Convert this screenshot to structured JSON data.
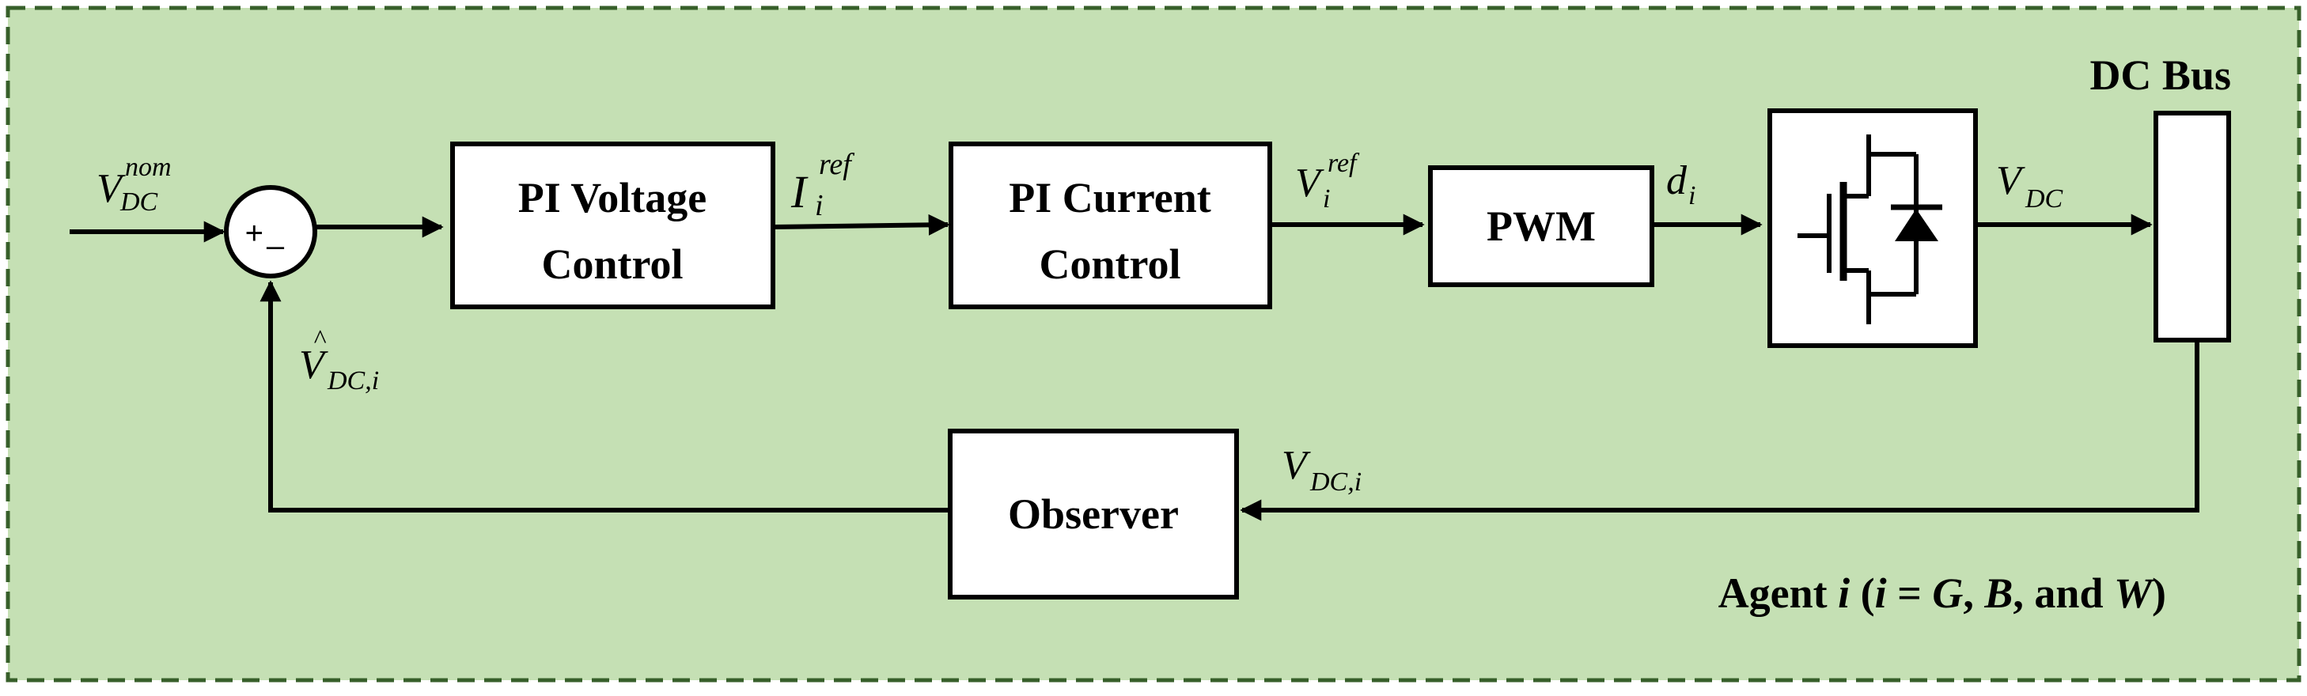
{
  "colors": {
    "panel_fill": "#c5e0b4",
    "panel_border": "#375f2a",
    "ink": "#000000",
    "block_fill": "#ffffff"
  },
  "blocks": {
    "pi_voltage": {
      "line1": "PI Voltage",
      "line2": "Control"
    },
    "pi_current": {
      "line1": "PI Current",
      "line2": "Control"
    },
    "pwm": {
      "label": "PWM"
    },
    "observer": {
      "label": "Observer"
    },
    "converter": {
      "icon": "mosfet-diode-switch-icon"
    },
    "dc_bus": {
      "title": "DC Bus"
    }
  },
  "summing_junction": {
    "plus": "+",
    "minus": "–"
  },
  "signals": {
    "v_nom": {
      "main": "V",
      "sub": "DC",
      "sup": "nom"
    },
    "i_ref": {
      "main": "I",
      "sub": "i",
      "sup": "ref"
    },
    "v_ref": {
      "main": "V",
      "sub": "i",
      "sup": "ref"
    },
    "d_i": {
      "main": "d",
      "sub": "i"
    },
    "v_dc": {
      "main": "V",
      "sub": "DC"
    },
    "v_dc_i": {
      "main": "V",
      "sub": "DC,i"
    },
    "v_hat": {
      "main": "V",
      "hat": "^",
      "sub": "DC,i"
    }
  },
  "agent_label": {
    "prefix": "Agent ",
    "var": "i",
    "open": " (",
    "var2": "i",
    "eq": " = ",
    "g": "G",
    "c1": ", ",
    "b": "B",
    "and": ", and ",
    "w": "W",
    "close": ")"
  }
}
